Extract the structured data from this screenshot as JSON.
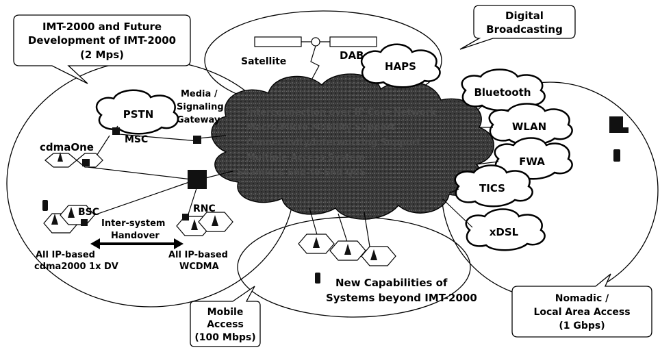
{
  "callouts": {
    "imt_line1": "IMT-2000 and Future",
    "imt_line2": "Development of IMT-2000",
    "imt_line3": "(2 Mps)",
    "digital_line1": "Digital",
    "digital_line2": "Broadcasting",
    "mobile_line1": "Mobile",
    "mobile_line2": "Access",
    "mobile_line3": "(100 Mbps)",
    "nomadic_line1": "Nomadic /",
    "nomadic_line2": "Local Area Access",
    "nomadic_line3": "(1 Gbps)"
  },
  "labels": {
    "satellite": "Satellite",
    "dab_dvb": "DAB / DVB",
    "haps": "HAPS",
    "media_line1": "Media /",
    "media_line2": "Signaling",
    "media_line3": "Gateway",
    "pstn": "PSTN",
    "msc": "MSC",
    "cdmaone": "cdmaOne",
    "bsc": "BSC",
    "rnc": "RNC",
    "intersystem_line1": "Inter-system",
    "intersystem_line2": "Handover",
    "cdma_line1": "All IP-based",
    "cdma_line2": "cdma2000 1x DV",
    "wcdma_line1": "All IP-based",
    "wcdma_line2": "WCDMA",
    "new_cap_line1": "New Capabilities of",
    "new_cap_line2": "Systems beyond IMT-2000"
  },
  "access_clouds": {
    "bluetooth": "Bluetooth",
    "wlan": "WLAN",
    "fwa": "FWA",
    "tics": "TICS",
    "xdsl": "xDSL"
  },
  "core_cloud_text": [
    "Interconnection over IP Core Network",
    "Macro/Micro Mobility Support",
    "Connectivity/Interworking Support",
    "Multiple Access System",
    "Seamless End-to-End QoS"
  ]
}
